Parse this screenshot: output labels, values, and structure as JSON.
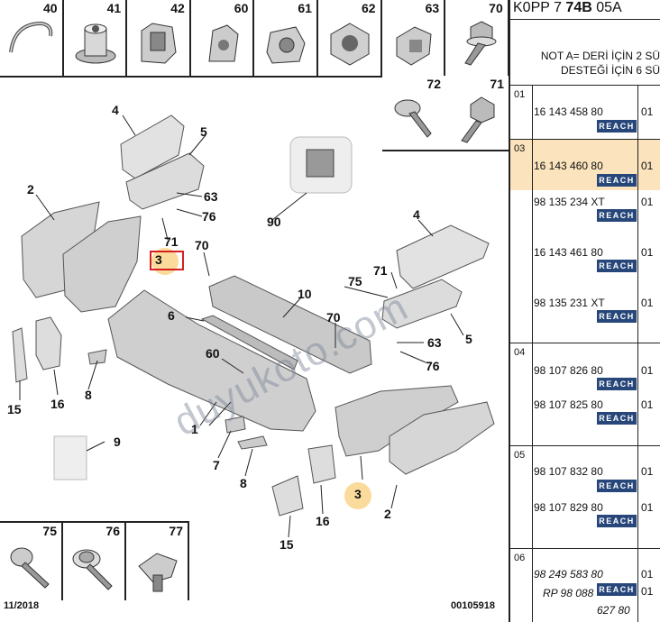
{
  "top_thumbs": [
    {
      "num": "40",
      "icon": "clip-wire-icon"
    },
    {
      "num": "41",
      "icon": "nut-flange-icon"
    },
    {
      "num": "42",
      "icon": "clip-bracket-icon"
    },
    {
      "num": "60",
      "icon": "clip-spring-icon"
    },
    {
      "num": "61",
      "icon": "cage-nut-icon"
    },
    {
      "num": "62",
      "icon": "hex-nut-icon"
    },
    {
      "num": "63",
      "icon": "clip-retainer-icon"
    },
    {
      "num": "70",
      "icon": "bolt-flange-icon"
    }
  ],
  "extra_thumbs": [
    {
      "num": "72",
      "icon": "screw-round-icon"
    },
    {
      "num": "71",
      "icon": "bolt-hex-icon"
    }
  ],
  "bottom_thumbs": [
    {
      "num": "75",
      "icon": "screw-pan-icon"
    },
    {
      "num": "76",
      "icon": "screw-washer-icon"
    },
    {
      "num": "77",
      "icon": "clip-plastic-icon"
    }
  ],
  "callouts": {
    "c4a": "4",
    "c5a": "5",
    "c2a": "2",
    "c63a": "63",
    "c76a": "76",
    "c90": "90",
    "c71a": "71",
    "c70a": "70",
    "c3a": "3",
    "c6": "6",
    "c10": "10",
    "c75": "75",
    "c71b": "71",
    "c4b": "4",
    "c70b": "70",
    "c5b": "5",
    "c63b": "63",
    "c76b": "76",
    "c60": "60",
    "c15a": "15",
    "c16a": "16",
    "c8a": "8",
    "c1": "1",
    "c9": "9",
    "c7": "7",
    "c8b": "8",
    "c3b": "3",
    "c2b": "2",
    "c16b": "16",
    "c15b": "15"
  },
  "footer": {
    "date": "11/2018",
    "reference": "00105918"
  },
  "watermark": "duyukoto.com",
  "panel": {
    "ref_prefix": "K0PP 7 ",
    "ref_bold": "74B",
    "ref_suffix": " 05A",
    "note_line1": "NOT A= DERİ İÇİN 2 SÜ",
    "note_line2": "DESTEĞİ İÇİN 6 SÜ",
    "reach_label": "REACH",
    "groups": [
      {
        "num": "01",
        "rows": [
          {
            "part": "16 143 458 80",
            "qty": "01",
            "reach": true
          }
        ]
      },
      {
        "num": "03",
        "rows": [
          {
            "part": "16 143 460 80",
            "qty": "01",
            "reach": true
          },
          {
            "part": "98 135 234 XT",
            "qty": "01",
            "reach": true
          },
          {
            "part": "16 143 461 80",
            "qty": "01",
            "reach": true
          },
          {
            "part": "98 135 231 XT",
            "qty": "01",
            "reach": true
          }
        ]
      },
      {
        "num": "04",
        "rows": [
          {
            "part": "98 107 826 80",
            "qty": "01",
            "reach": true
          },
          {
            "part": "98 107 825 80",
            "qty": "01",
            "reach": true
          }
        ]
      },
      {
        "num": "05",
        "rows": [
          {
            "part": "98 107 832 80",
            "qty": "01",
            "reach": true
          },
          {
            "part": "98 107 829 80",
            "qty": "01",
            "reach": true
          }
        ]
      },
      {
        "num": "06",
        "rows": [
          {
            "part": "98 249 583 80",
            "qty": "01",
            "reach": false
          },
          {
            "part": "RP 98 088",
            "qty": "01",
            "reach": true
          },
          {
            "part": "627 80",
            "qty": "",
            "reach": false
          }
        ]
      }
    ]
  },
  "colors": {
    "highlight_row": "#fbe3bd",
    "callout_circle": "#f8cf7a",
    "selection_box": "#d62020",
    "reach_badge": "#27477a"
  }
}
